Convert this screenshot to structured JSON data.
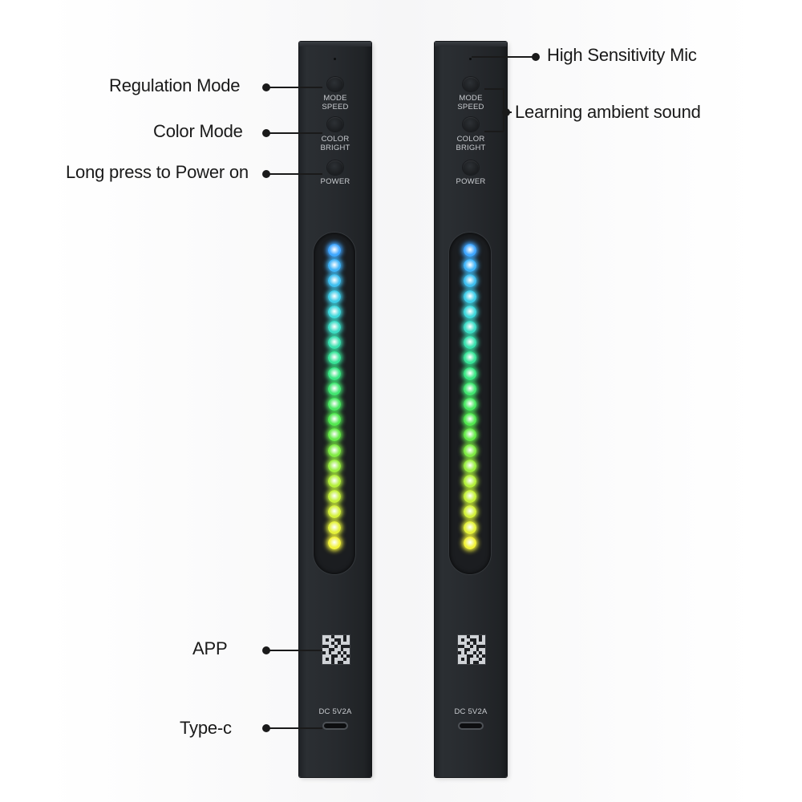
{
  "callouts": {
    "regulation_mode": "Regulation Mode",
    "color_mode": "Color Mode",
    "long_press_power": "Long press to Power on",
    "app": "APP",
    "type_c": "Type-c",
    "high_sensitivity_mic": "High Sensitivity Mic",
    "learning_ambient_sound": "Learning ambient sound"
  },
  "device_labels": {
    "mode": "MODE",
    "speed": "SPEED",
    "color": "COLOR",
    "bright": "BRIGHT",
    "power": "POWER",
    "dc_rating": "DC 5V2A"
  },
  "led_gradient_colors": [
    "#3fa6ff",
    "#3fd6e0",
    "#37e58a",
    "#55e84a",
    "#b8ef3b",
    "#f2f23a"
  ],
  "led_count": 20,
  "accent_colors": {
    "bar_body": "#272a2e",
    "callout_ink": "#1a1a1a"
  }
}
